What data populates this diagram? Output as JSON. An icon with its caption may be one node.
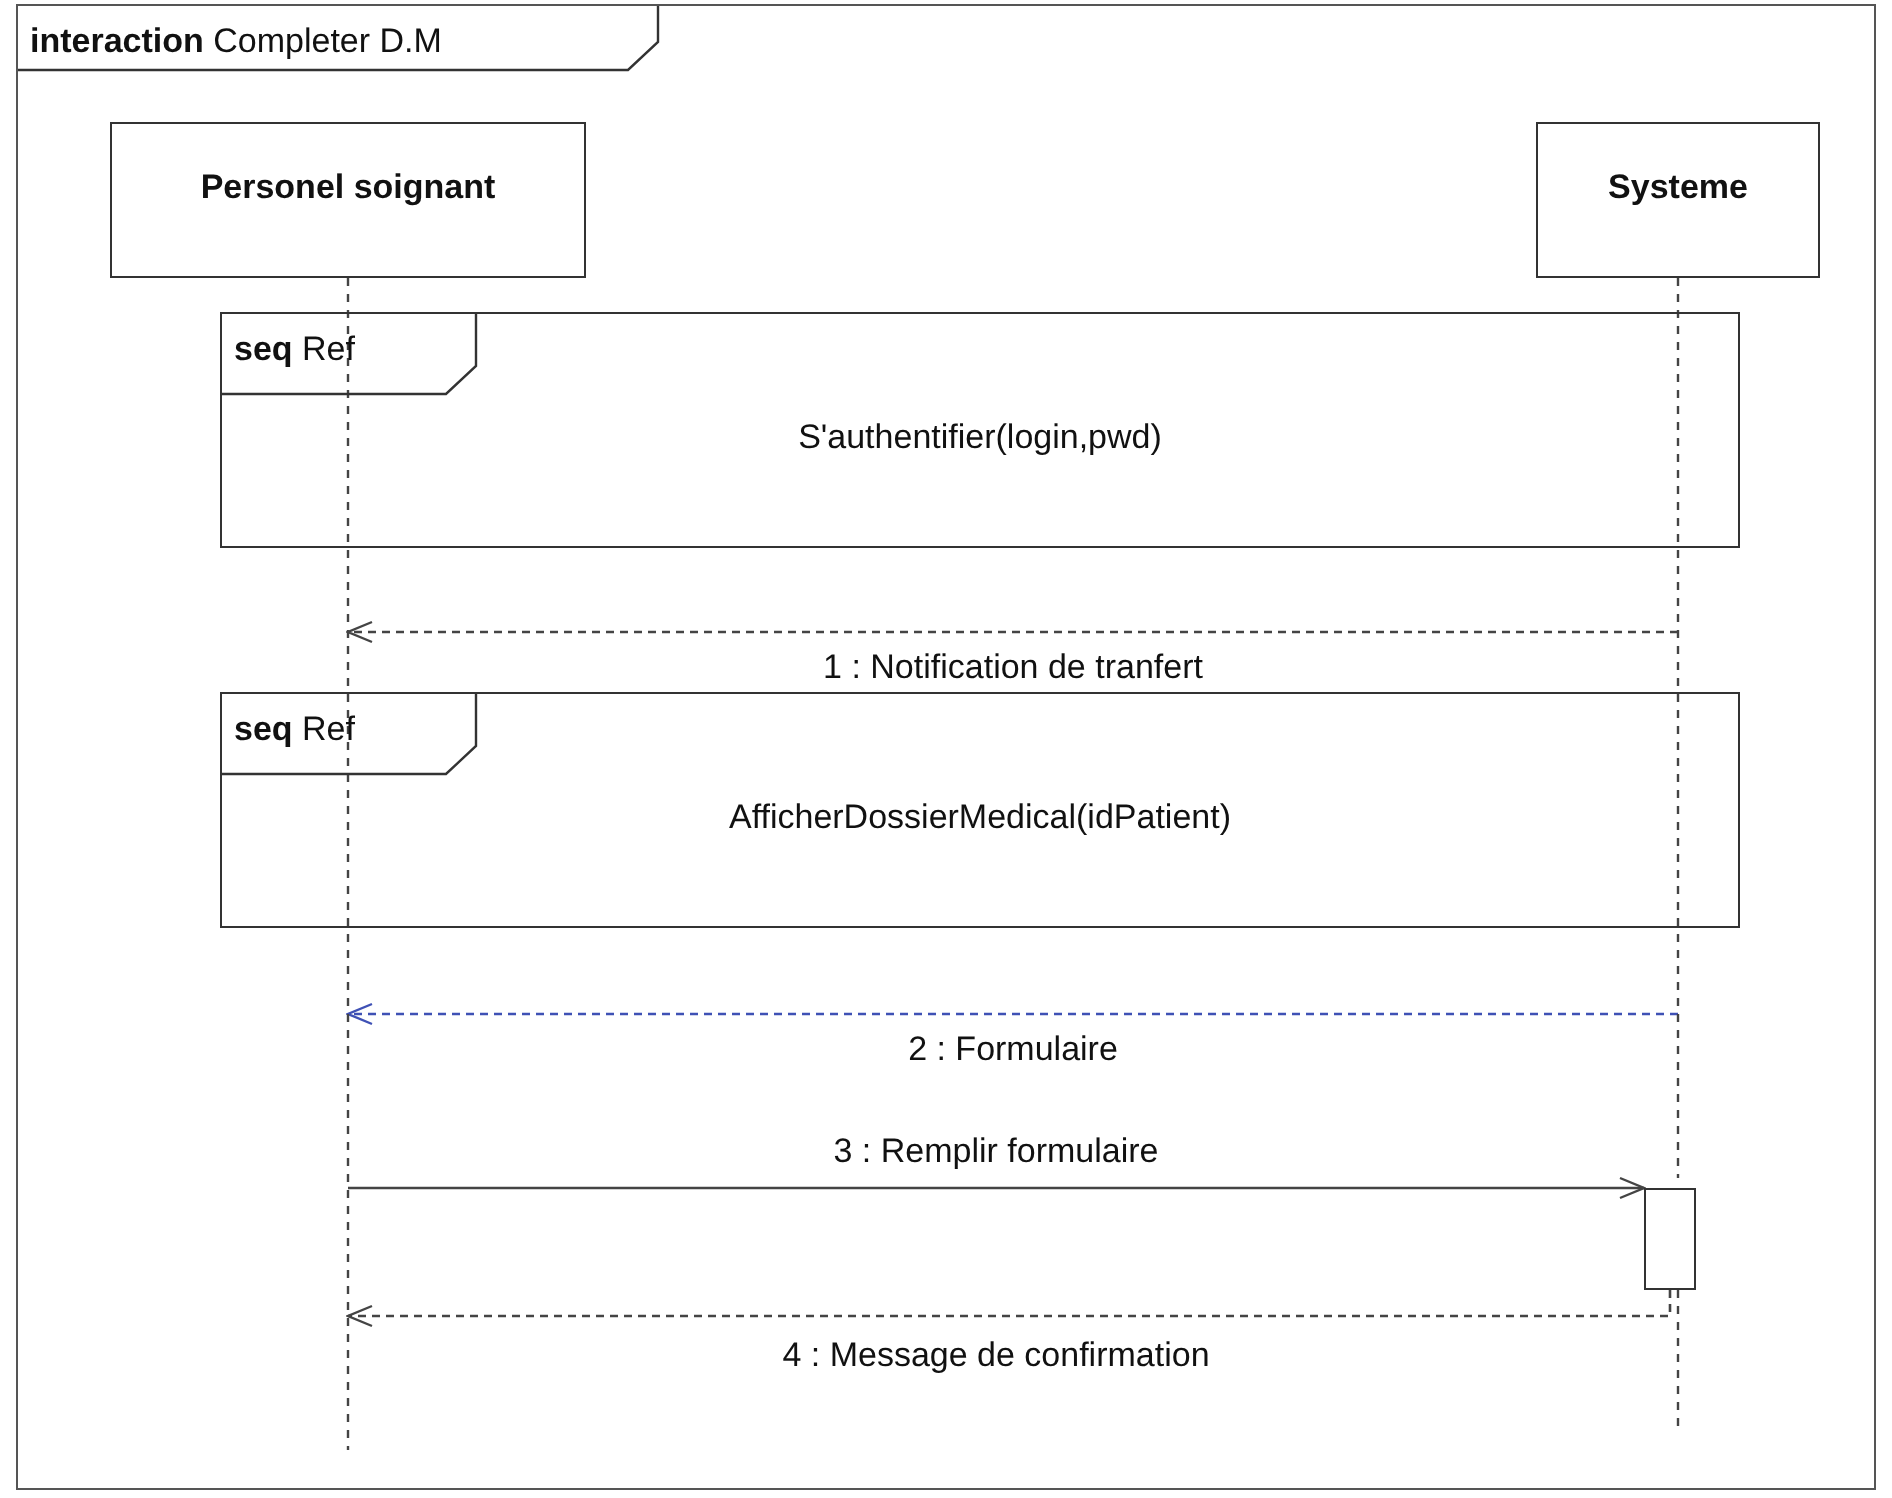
{
  "diagram": {
    "nodes": [
      {
        "text": [
          "**interaction** Completer D.M"
        ]
      },
      {
        "text": [
          "Personel soignant"
        ],
        "in": 0
      },
      {
        "text": [
          "Systeme"
        ],
        "in": 0
      },
      {
        "text": [
          "**seq** Ref",
          "S'authentifier(login,pwd)"
        ],
        "in": 0
      },
      {
        "text": [
          "**seq** Ref",
          "AfficherDossierMedical(idPatient)"
        ],
        "in": 0
      },
      {
        "text": [],
        "shape": "bar",
        "in": 0
      }
    ],
    "edges": [
      {
        "from": 2,
        "to": 1,
        "arrow": "to",
        "label": "1 : Notification de tranfert",
        "style": "dashed"
      },
      {
        "from": 2,
        "to": 1,
        "arrow": "to",
        "label": "2 : Formulaire",
        "style": "dashed",
        "color": "#3f51b5"
      },
      {
        "from": 1,
        "to": 5,
        "arrow": "to",
        "label": "3 : Remplir formulaire"
      },
      {
        "from": 5,
        "to": 1,
        "arrow": "to",
        "label": "4 : Message de confirmation",
        "style": "dashed"
      }
    ]
  }
}
